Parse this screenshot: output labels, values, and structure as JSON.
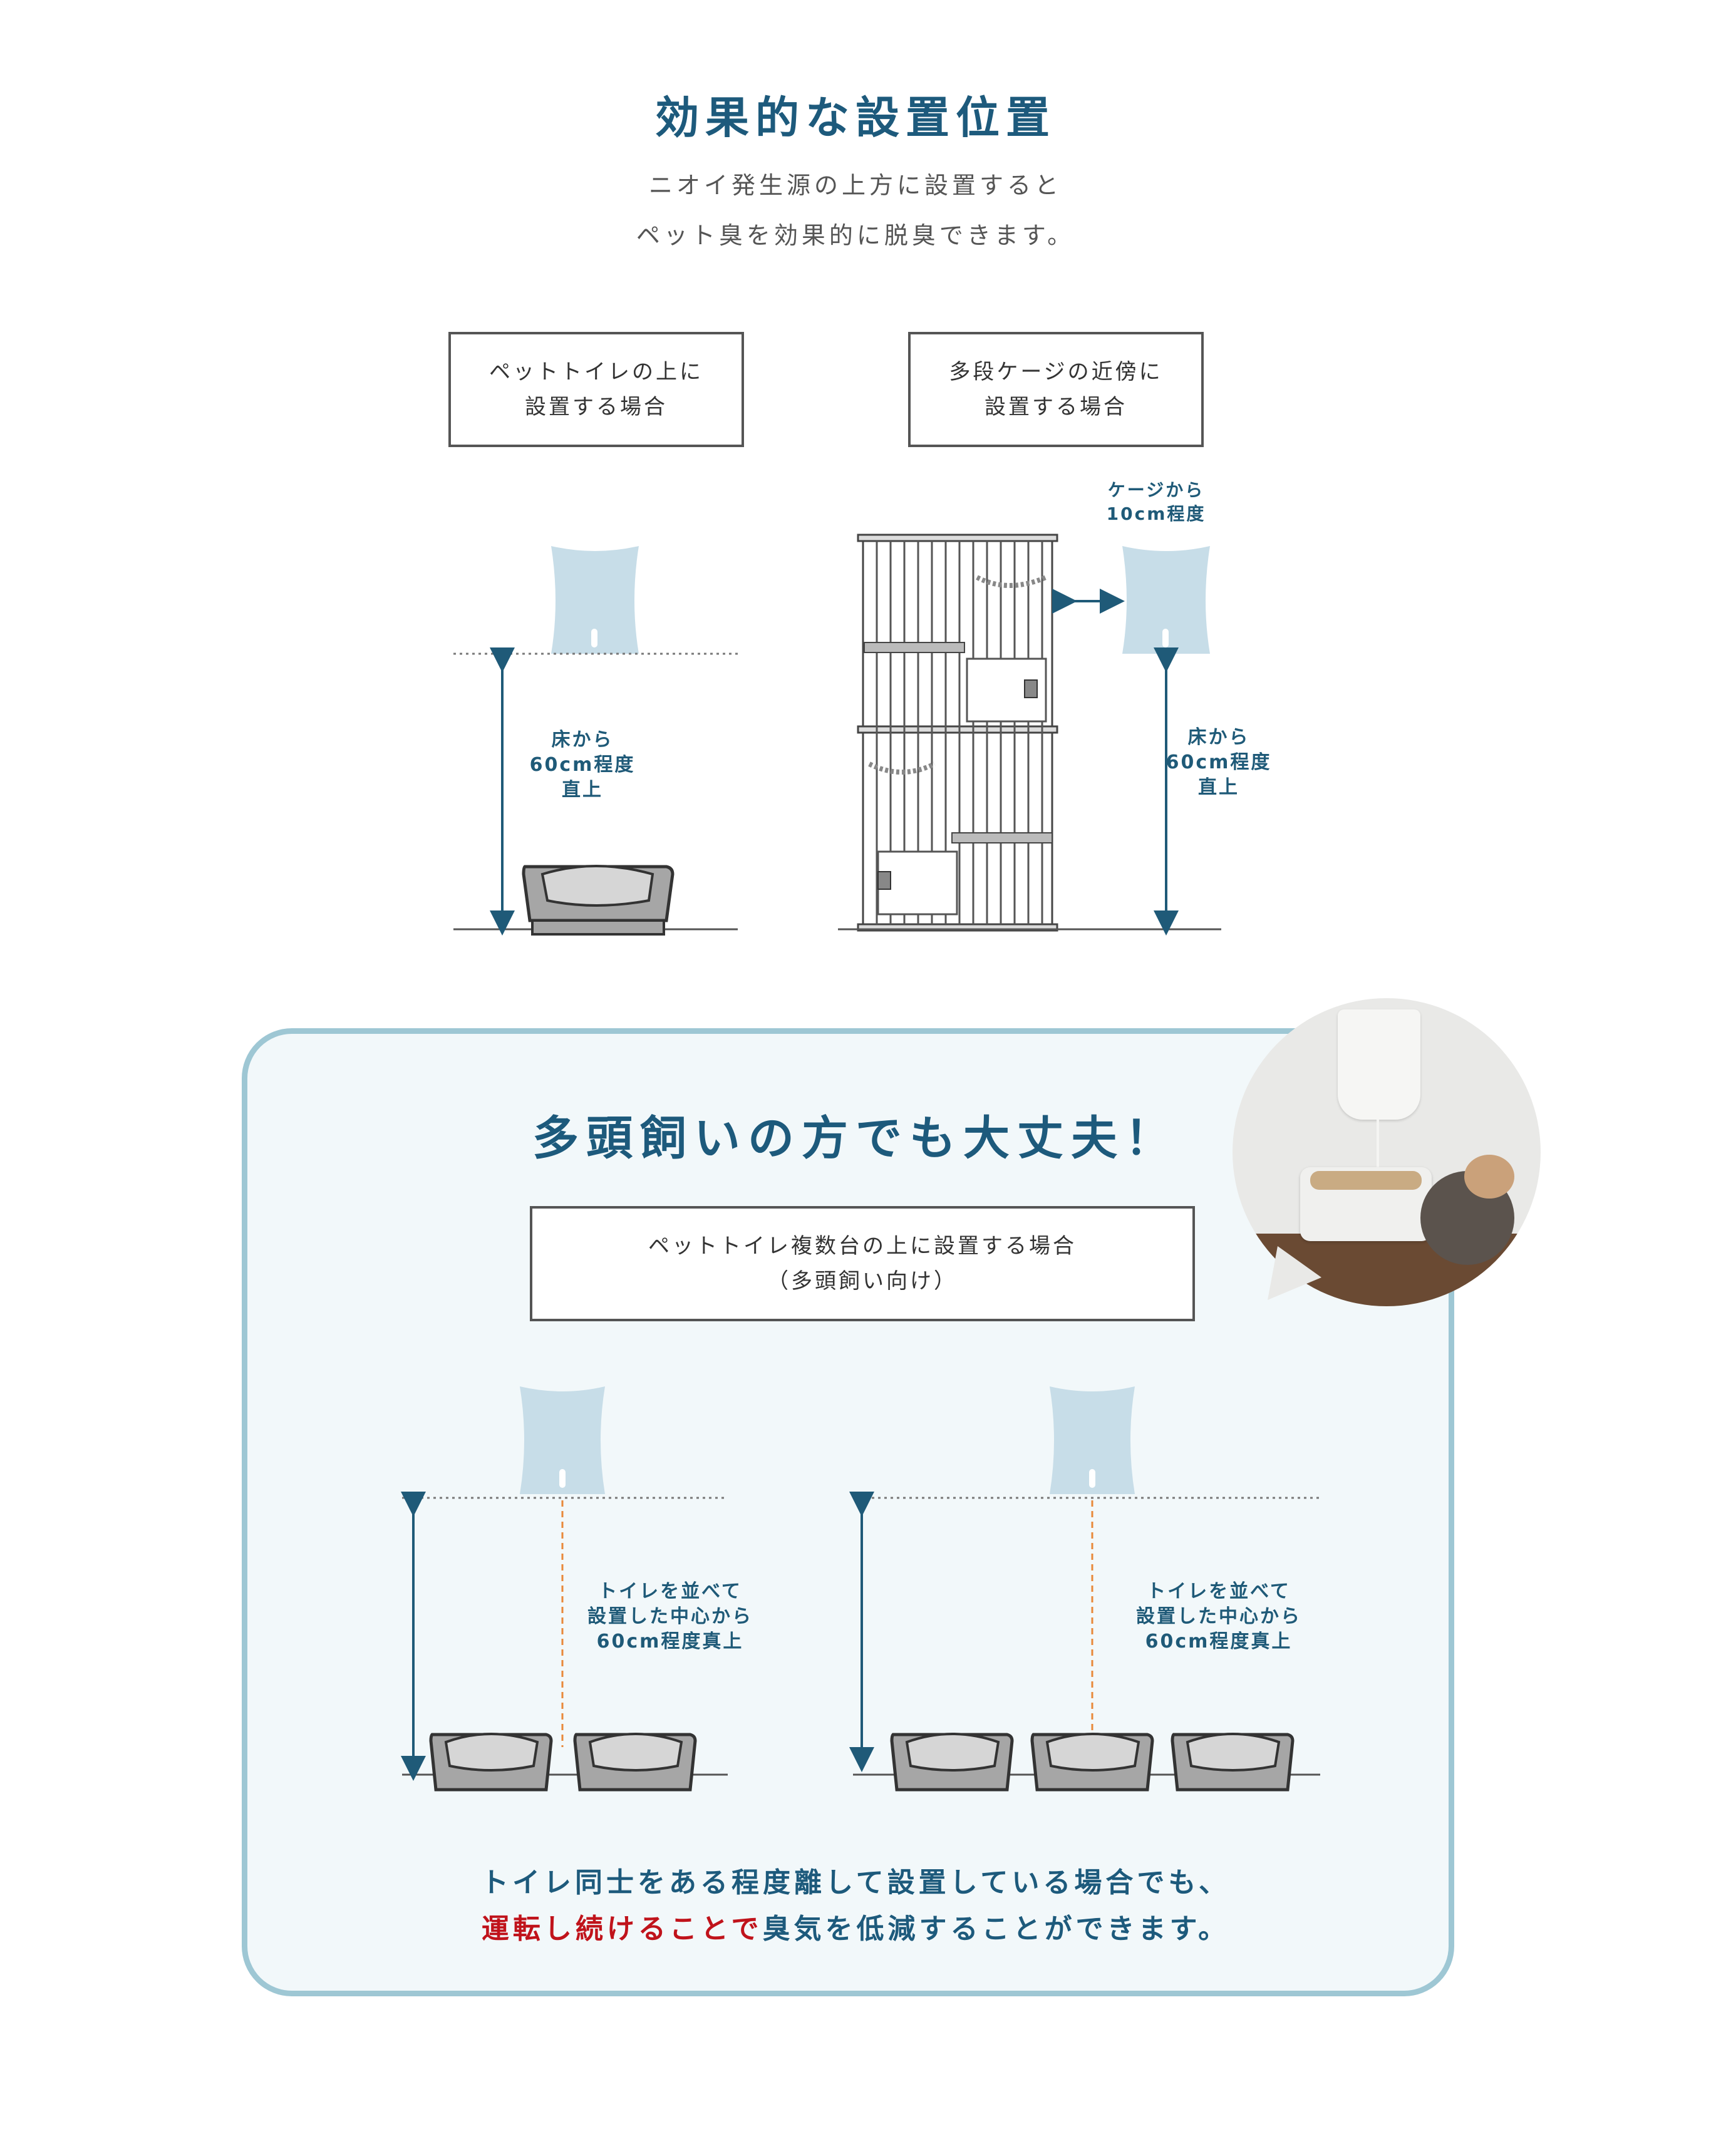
{
  "header": {
    "title": "効果的な設置位置",
    "intro_line1": "ニオイ発生源の上方に設置すると",
    "intro_line2": "ペット臭を効果的に脱臭できます。"
  },
  "case_litter": {
    "label_line1": "ペットトイレの上に",
    "label_line2": "設置する場合",
    "note_line1": "床から",
    "note_line2": "60cm程度",
    "note_line3": "直上"
  },
  "case_cage": {
    "label_line1": "多段ケージの近傍に",
    "label_line2": "設置する場合",
    "gap_line1": "ケージから",
    "gap_line2": "10cm程度",
    "note_line1": "床から",
    "note_line2": "60cm程度",
    "note_line3": "直上"
  },
  "multi": {
    "title": "多頭飼いの方でも大丈夫！",
    "label_line1": "ペットトイレ複数台の上に設置する場合",
    "label_line2": "（多頭飼い向け）",
    "note_line1": "トイレを並べて",
    "note_line2": "設置した中心から",
    "note_line3": "60cm程度真上",
    "closing_line1": "トイレ同士をある程度離して設置している場合でも、",
    "closing_red": "運転し続けることで",
    "closing_rest": "臭気を低減することができます。"
  },
  "colors": {
    "accent": "#1d5a7c",
    "panel_border": "#9ec7d4",
    "panel_bg": "#f2f8fa",
    "device": "#c7dde8",
    "highlight_red": "#c0131b",
    "center_line": "#e8893a"
  }
}
